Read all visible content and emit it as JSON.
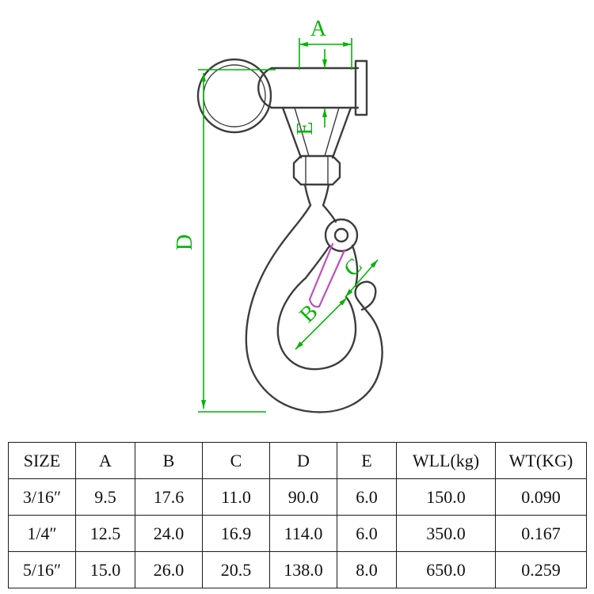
{
  "diagram": {
    "title": "swivel-eye-slip-hook-technical-drawing",
    "labels": {
      "a": "A",
      "b": "B",
      "c": "C",
      "d": "D",
      "e": "E"
    },
    "colors": {
      "dimension_green": "#00b400",
      "latch_magenta": "#c04fc0",
      "outline_gray": "#3d3d3d"
    }
  },
  "table": {
    "headers": [
      "SIZE",
      "A",
      "B",
      "C",
      "D",
      "E",
      "WLL(kg)",
      "WT(KG)"
    ],
    "rows": [
      [
        "3/16″",
        "9.5",
        "17.6",
        "11.0",
        "90.0",
        "6.0",
        "150.0",
        "0.090"
      ],
      [
        "1/4″",
        "12.5",
        "24.0",
        "16.9",
        "114.0",
        "6.0",
        "350.0",
        "0.167"
      ],
      [
        "5/16″",
        "15.0",
        "26.0",
        "20.5",
        "138.0",
        "8.0",
        "650.0",
        "0.259"
      ]
    ]
  }
}
